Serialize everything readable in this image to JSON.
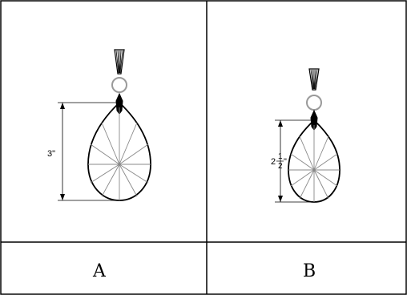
{
  "panels": [
    {
      "id": "A",
      "label": "A",
      "dimension": "3\""
    },
    {
      "id": "B",
      "label": "B",
      "dimension_whole": "2",
      "dimension_num": "1",
      "dimension_den": "2",
      "dimension_unit": "\""
    }
  ],
  "colors": {
    "line": "#000000",
    "ring": "#9a9a9a",
    "background": "#ffffff"
  }
}
